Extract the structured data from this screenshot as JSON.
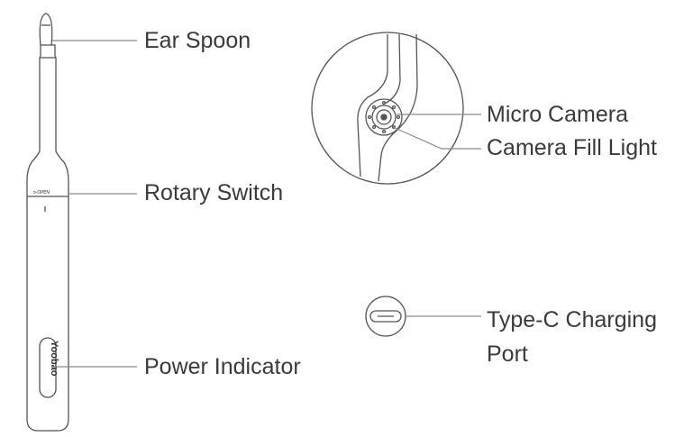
{
  "labels": {
    "ear_spoon": "Ear Spoon",
    "rotary_switch": "Rotary Switch",
    "power_indicator": "Power Indicator",
    "micro_camera": "Micro Camera",
    "camera_fill_light": "Camera Fill Light",
    "typec_port": "Type-C Charging Port"
  },
  "device": {
    "brand_logo": "Yoobao",
    "rotary_mark": "⊳OPEN"
  },
  "colors": {
    "line": "#8a8a8a",
    "outline": "#555555",
    "text": "#3a3a3a"
  }
}
